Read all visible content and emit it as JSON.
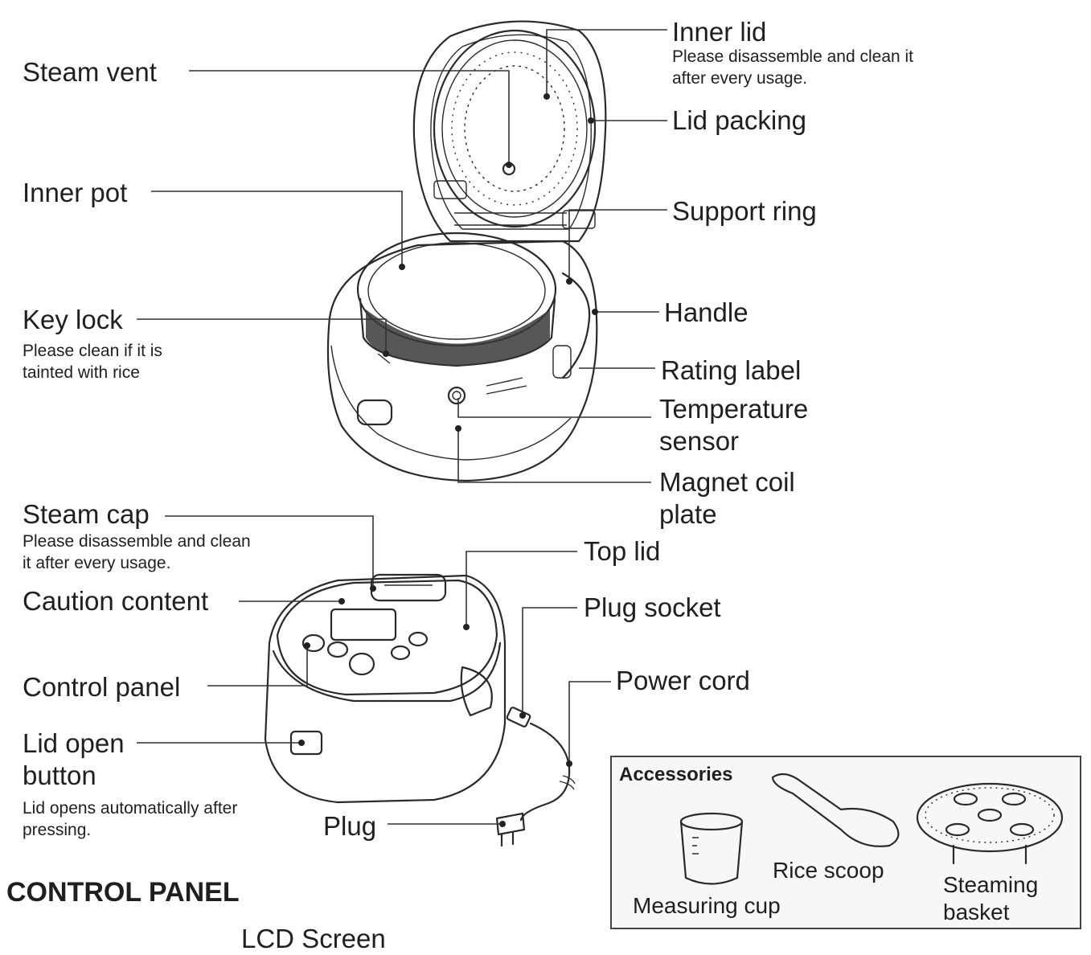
{
  "labels": {
    "steam_vent": "Steam vent",
    "inner_lid": "Inner lid",
    "inner_lid_note": "Please disassemble and clean it after every usage.",
    "lid_packing": "Lid packing",
    "inner_pot": "Inner pot",
    "support_ring": "Support ring",
    "key_lock": "Key lock",
    "key_lock_note": "Please clean if it is tainted with rice",
    "handle": "Handle",
    "rating_label": "Rating label",
    "temperature_sensor": "Temperature sensor",
    "magnet_coil_plate": "Magnet coil plate",
    "steam_cap": "Steam cap",
    "steam_cap_note": "Please disassemble and clean it after every usage.",
    "top_lid": "Top lid",
    "caution_content": "Caution content",
    "plug_socket": "Plug socket",
    "control_panel": "Control panel",
    "power_cord": "Power cord",
    "lid_open_button": "Lid open button",
    "lid_open_note": "Lid opens automatically after pressing.",
    "plug": "Plug"
  },
  "accessories": {
    "title": "Accessories",
    "measuring_cup": "Measuring cup",
    "rice_scoop": "Rice scoop",
    "steaming_basket": "Steaming basket"
  },
  "section_heading": "CONTROL PANEL",
  "cut_off_text": "LCD Screen"
}
